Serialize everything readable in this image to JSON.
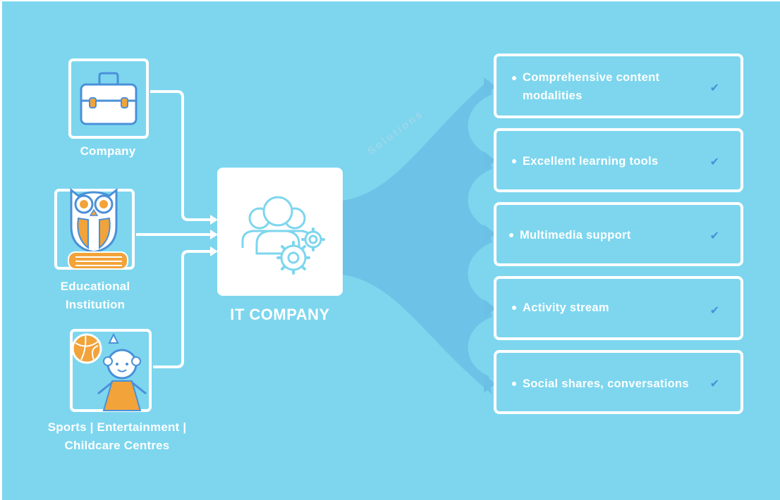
{
  "sources": [
    {
      "label_line1": "Company",
      "label_line2": "",
      "icon": "briefcase-icon"
    },
    {
      "label_line1": "Educational",
      "label_line2": "Institution",
      "icon": "owl-book-icon"
    },
    {
      "label_line1": "Sports | Entertainment |",
      "label_line2": "Childcare Centres",
      "icon": "girl-ball-icon"
    }
  ],
  "center": {
    "label": "IT COMPANY",
    "icon": "team-gears-icon"
  },
  "flow_label": "Solutions",
  "solutions": [
    {
      "line1": "Comprehensive content",
      "line2": "modalities"
    },
    {
      "line1": "Excellent learning tools",
      "line2": ""
    },
    {
      "line1": "Multimedia support",
      "line2": ""
    },
    {
      "line1": "Activity stream",
      "line2": ""
    },
    {
      "line1": "Social shares, conversations",
      "line2": ""
    }
  ],
  "colors": {
    "background": "#7dd6ee",
    "stream": "#6cc0e5",
    "icon_line": "#4a90d9",
    "icon_fill_orange": "#f2a33a",
    "white": "#ffffff"
  }
}
